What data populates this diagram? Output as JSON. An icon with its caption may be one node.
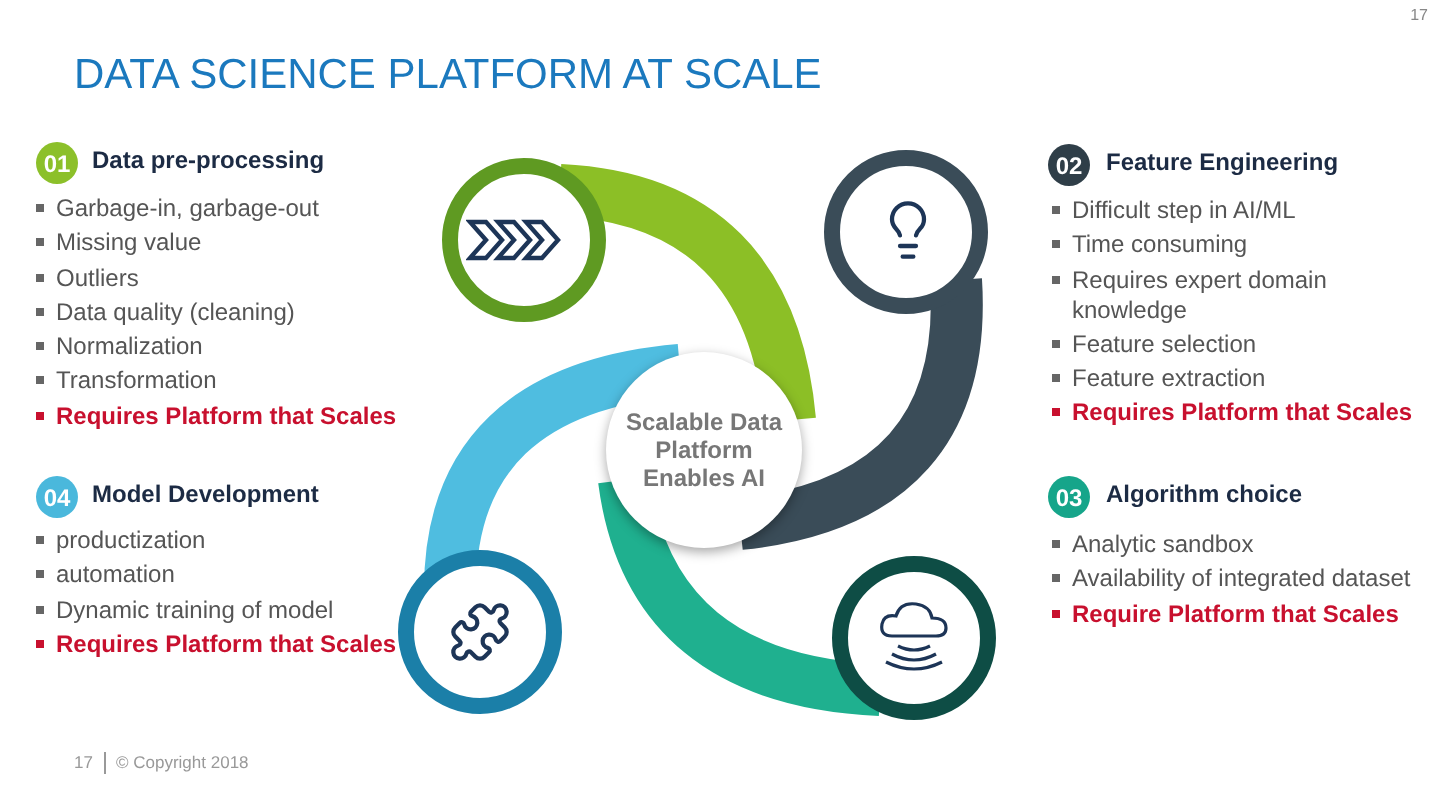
{
  "diagram": {
    "title": "DATA SCIENCE PLATFORM AT SCALE",
    "nodes": [
      {
        "text": [
          "01"
        ],
        "beside": [
          "Data pre-processing"
        ]
      },
      {
        "text": [
          "02"
        ],
        "beside": [
          "Feature Engineering"
        ]
      },
      {
        "text": [
          "Scalable Data Platform Enables AI"
        ]
      },
      {
        "text": [
          "04"
        ],
        "beside": [
          "Model Development"
        ]
      },
      {
        "text": [
          "03"
        ],
        "beside": [
          "Algorithm choice"
        ]
      }
    ],
    "labels": [
      "17",
      "Garbage-in, garbage-out",
      "Missing value",
      "Outliers",
      "Data quality (cleaning)",
      "Normalization",
      "Transformation",
      "Requires Platform that Scales",
      "Difficult step in AI/ML",
      "Time consuming",
      "Requires expert domain knowledge",
      "Feature selection",
      "Feature extraction",
      "Requires Platform that Scales",
      "productization",
      "automation",
      "Dynamic training of model",
      "Requires Platform that Scales",
      "Analytic sandbox",
      "Availability of integrated dataset",
      "Require Platform that Scales",
      "17",
      "© Copyright 2018"
    ]
  }
}
